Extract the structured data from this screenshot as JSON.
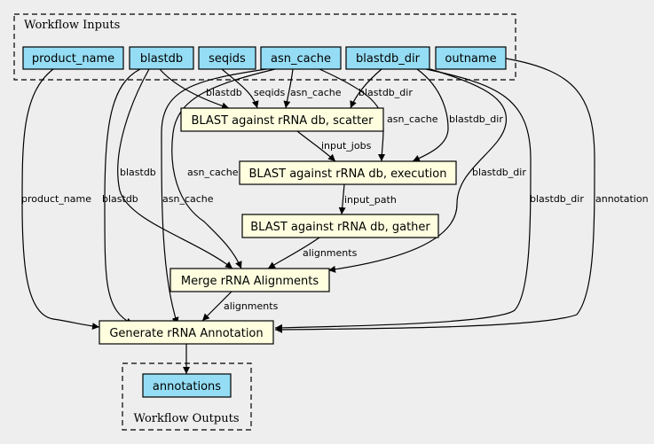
{
  "clusters": {
    "inputs": {
      "label": "Workflow Inputs"
    },
    "outputs": {
      "label": "Workflow Outputs"
    }
  },
  "colors": {
    "background": "#eeeeee",
    "input_fill": "#94ddf4",
    "step_fill": "#ffffe0",
    "stroke": "#000000"
  },
  "nodes": {
    "product_name": "product_name",
    "blastdb": "blastdb",
    "seqids": "seqids",
    "asn_cache": "asn_cache",
    "blastdb_dir": "blastdb_dir",
    "outname": "outname",
    "scatter": "BLAST against rRNA db, scatter",
    "execution": "BLAST against rRNA db, execution",
    "gather": "BLAST against rRNA db, gather",
    "merge": "Merge rRNA Alignments",
    "generate": "Generate rRNA Annotation",
    "annotations": "annotations"
  },
  "edge_labels": {
    "product_name_generate": "product_name",
    "blastdb_generate": "blastdb",
    "blastdb_merge": "blastdb",
    "blastdb_scatter": "blastdb",
    "seqids_scatter": "seqids",
    "asn_cache_scatter": "asn_cache",
    "asn_cache_execution": "asn_cache",
    "asn_cache_merge": "asn_cache",
    "asn_cache_generate": "asn_cache",
    "blastdb_dir_scatter": "blastdb_dir",
    "blastdb_dir_execution": "blastdb_dir",
    "blastdb_dir_merge": "blastdb_dir",
    "blastdb_dir_generate": "blastdb_dir",
    "outname_generate": "annotation",
    "scatter_execution": "input_jobs",
    "execution_gather": "input_path",
    "gather_merge": "alignments",
    "merge_generate": "alignments"
  }
}
